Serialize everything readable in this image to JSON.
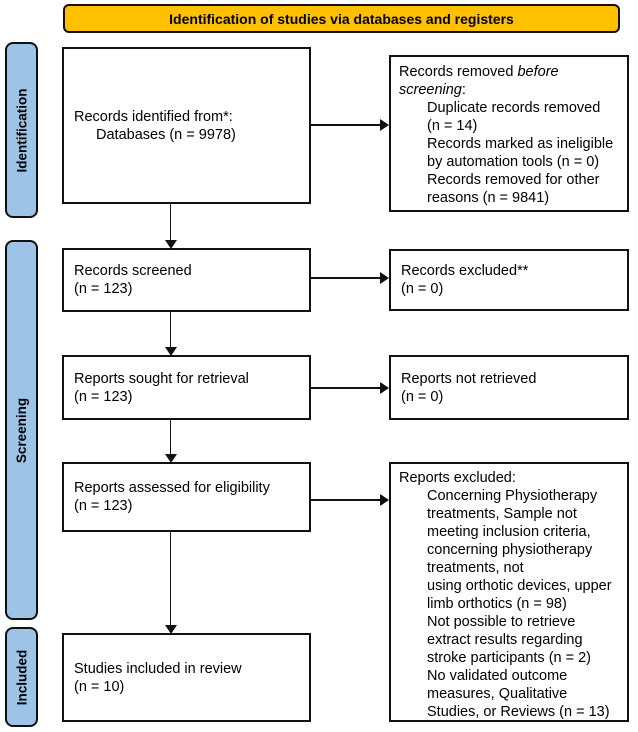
{
  "banner": {
    "title": "Identification of studies via databases and registers"
  },
  "colors": {
    "banner_bg": "#FFC000",
    "stage_bg": "#9DC3E6",
    "box_border": "#111111",
    "box_bg": "#FFFFFF"
  },
  "stages": {
    "identification": "Identification",
    "screening": "Screening",
    "included": "Included"
  },
  "boxes": {
    "identified": {
      "line1": "Records identified from*:",
      "line2": "Databases (n = 9978)"
    },
    "removed": {
      "header_normal": "Records removed ",
      "header_italic1": "before",
      "header_italic2": "screening",
      "header_colon": ":",
      "items": [
        "Duplicate records removed",
        "(n = 14)",
        "Records marked as ineligible",
        "by automation tools (n = 0)",
        "Records removed for other",
        "reasons (n = 9841)"
      ]
    },
    "screened": {
      "lines": [
        "Records screened",
        "(n = 123)"
      ]
    },
    "excluded": {
      "lines": [
        "Records excluded**",
        "(n = 0)"
      ]
    },
    "sought": {
      "lines": [
        "Reports sought for retrieval",
        "(n = 123)"
      ]
    },
    "not_retrieved": {
      "lines": [
        "Reports not retrieved",
        "(n = 0)"
      ]
    },
    "assessed": {
      "lines": [
        "Reports assessed for eligibility",
        "(n = 123)"
      ]
    },
    "reports_excluded": {
      "header": "Reports excluded:",
      "items": [
        "Concerning Physiotherapy",
        "treatments, Sample not",
        "meeting inclusion criteria,",
        "concerning physiotherapy",
        "treatments, not",
        "using orthotic devices, upper",
        "limb orthotics (n = 98)",
        "Not possible to retrieve",
        "extract results regarding",
        "stroke participants (n = 2)",
        "No validated outcome",
        "measures, Qualitative",
        "Studies, or Reviews (n = 13)"
      ]
    },
    "included_in_review": {
      "lines": [
        "Studies included in review",
        "(n = 10)"
      ]
    }
  }
}
